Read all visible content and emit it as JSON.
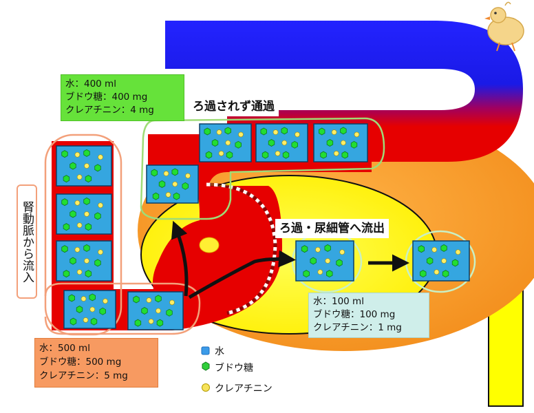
{
  "labels": {
    "renal_artery_inflow": "腎動脈から流入",
    "passes_unfiltered": "ろ過されず通過",
    "filtered_to_tubule": "ろ過・尿細管へ流出"
  },
  "amounts": {
    "inflow": [
      "水：500 ml",
      "ブドウ糖：500 mg",
      "クレアチニン：5 mg"
    ],
    "unfiltered": [
      "水：400 ml",
      "ブドウ糖：400 mg",
      "クレアチニン：4 mg"
    ],
    "filtered": [
      "水：100 ml",
      "ブドウ糖：100 mg",
      "クレアチニン：1 mg"
    ]
  },
  "legend": [
    {
      "icon": "water-icon",
      "label": "水",
      "color": "#3b9be8"
    },
    {
      "icon": "glucose-icon",
      "label": "ブドウ糖",
      "color": "#2fcf3a"
    },
    {
      "icon": "creatinine-icon",
      "label": "クレアチニン",
      "color": "#f7e35a"
    }
  ],
  "colors": {
    "vessel_red": "#e60000",
    "vein_blue": "#1a1aff",
    "capsule_orange": "#f7941d",
    "tubule_yellow": "#ffff00",
    "water_block": "#35a6e0",
    "glucose": "#22dd33",
    "creatinine": "#ffee66"
  }
}
